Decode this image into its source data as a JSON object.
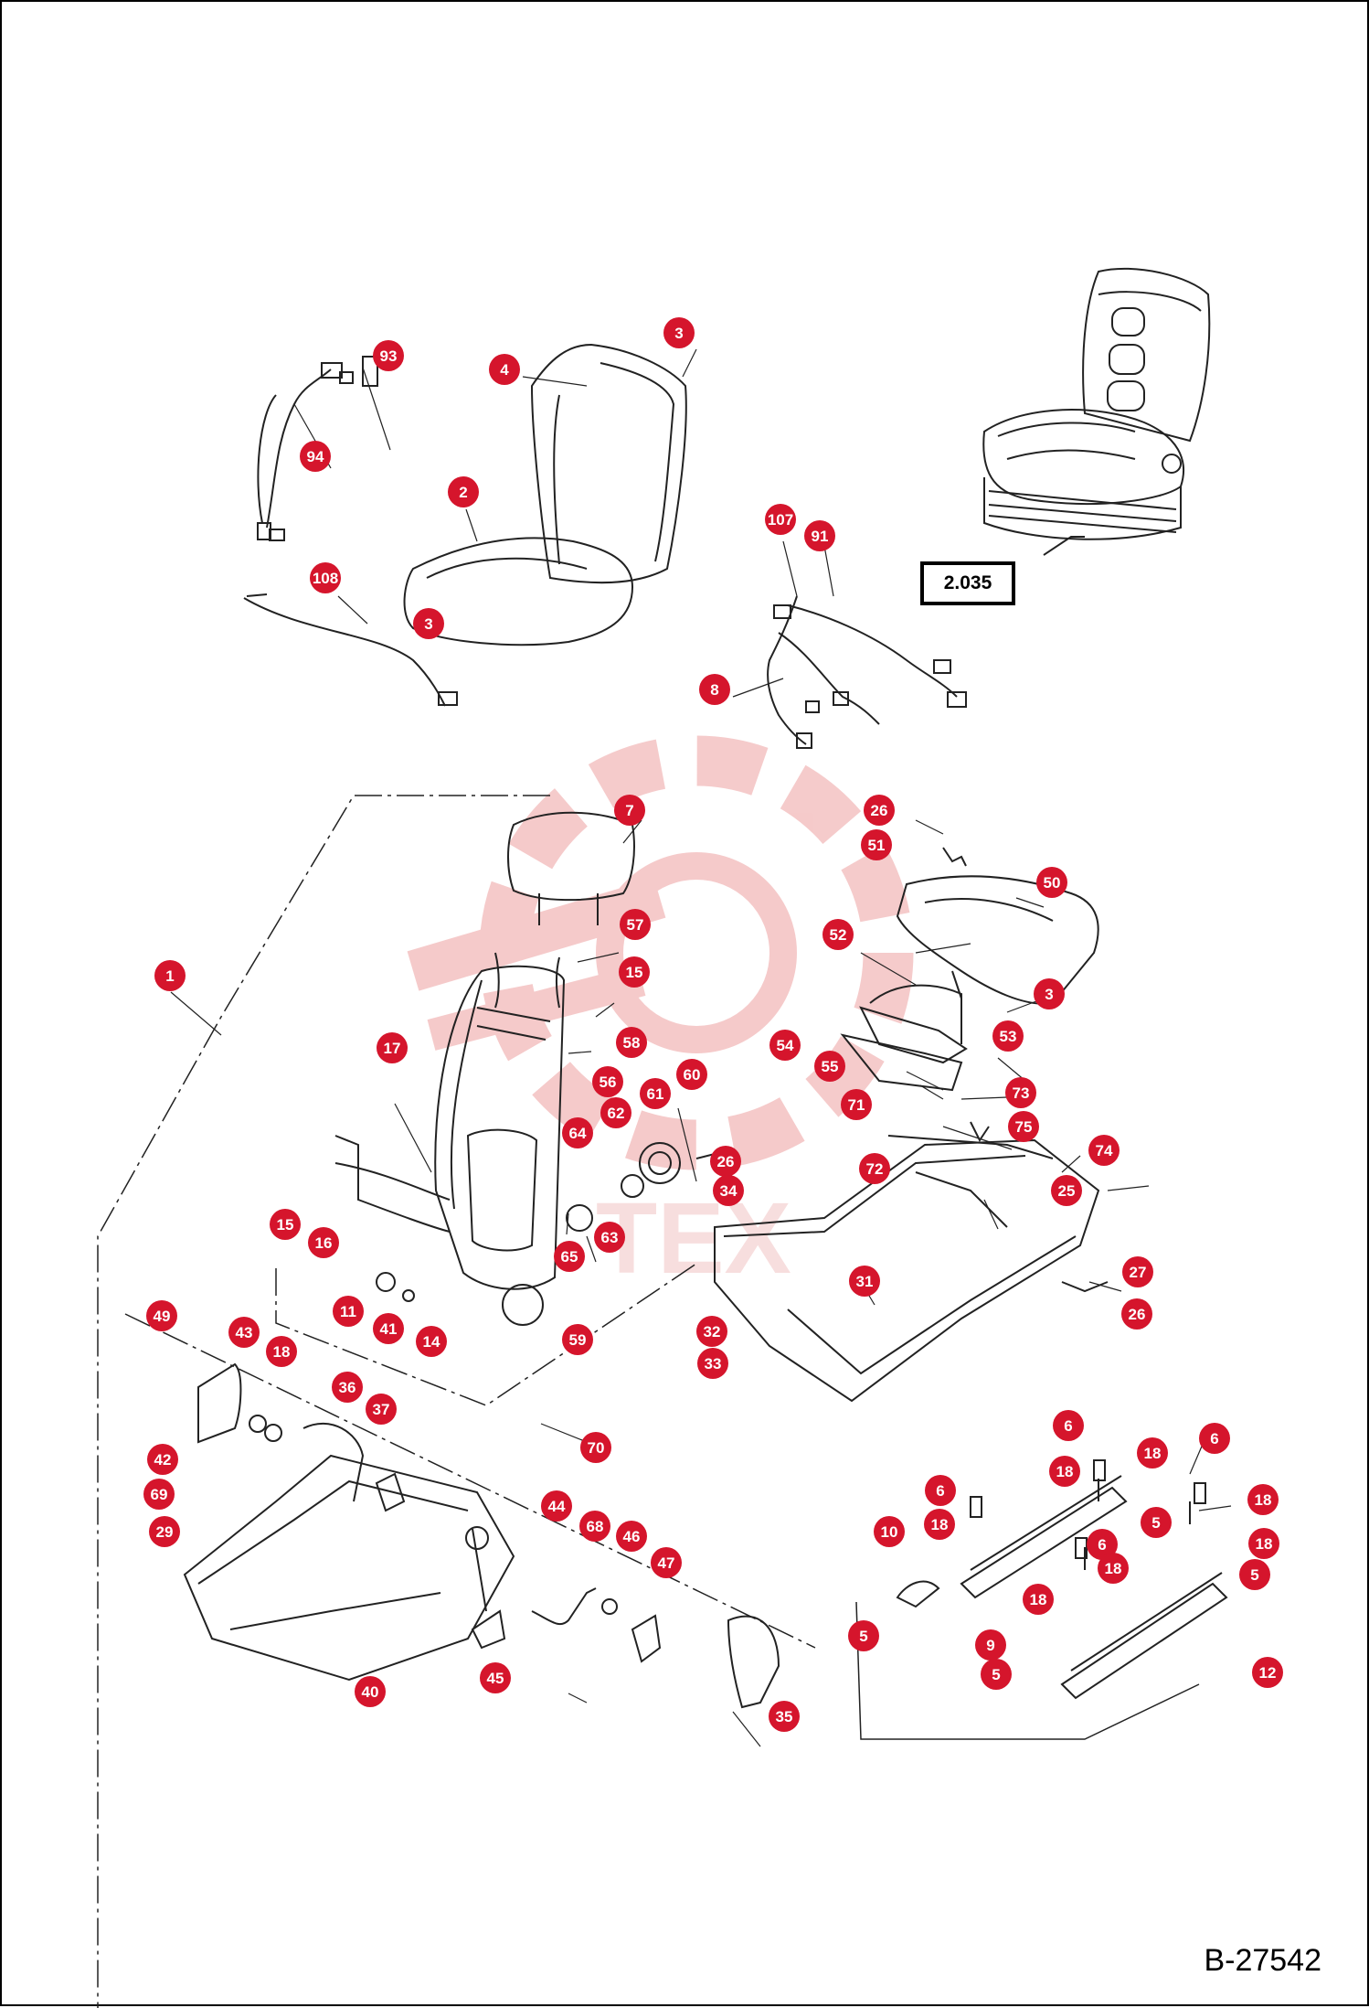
{
  "document_number": "B-27542",
  "reference_label": "2.035",
  "watermark_text": "TEX",
  "colors": {
    "callout": "#d5152c",
    "line": "#222222",
    "watermark": "#f2b9b9"
  },
  "callouts": [
    {
      "id": "c-93",
      "label": "93"
    },
    {
      "id": "c-3-top",
      "label": "3"
    },
    {
      "id": "c-4",
      "label": "4"
    },
    {
      "id": "c-94",
      "label": "94"
    },
    {
      "id": "c-2",
      "label": "2"
    },
    {
      "id": "c-108",
      "label": "108"
    },
    {
      "id": "c-3-seat",
      "label": "3"
    },
    {
      "id": "c-107",
      "label": "107"
    },
    {
      "id": "c-91",
      "label": "91"
    },
    {
      "id": "c-8",
      "label": "8"
    },
    {
      "id": "c-7",
      "label": "7"
    },
    {
      "id": "c-26-top",
      "label": "26"
    },
    {
      "id": "c-51",
      "label": "51"
    },
    {
      "id": "c-50",
      "label": "50"
    },
    {
      "id": "c-1",
      "label": "1"
    },
    {
      "id": "c-57",
      "label": "57"
    },
    {
      "id": "c-15-top",
      "label": "15"
    },
    {
      "id": "c-52",
      "label": "52"
    },
    {
      "id": "c-3-mid",
      "label": "3"
    },
    {
      "id": "c-58",
      "label": "58"
    },
    {
      "id": "c-17",
      "label": "17"
    },
    {
      "id": "c-53",
      "label": "53"
    },
    {
      "id": "c-54",
      "label": "54"
    },
    {
      "id": "c-55",
      "label": "55"
    },
    {
      "id": "c-60",
      "label": "60"
    },
    {
      "id": "c-56",
      "label": "56"
    },
    {
      "id": "c-61",
      "label": "61"
    },
    {
      "id": "c-62",
      "label": "62"
    },
    {
      "id": "c-71",
      "label": "71"
    },
    {
      "id": "c-73",
      "label": "73"
    },
    {
      "id": "c-75",
      "label": "75"
    },
    {
      "id": "c-64",
      "label": "64"
    },
    {
      "id": "c-74",
      "label": "74"
    },
    {
      "id": "c-72",
      "label": "72"
    },
    {
      "id": "c-26-mid",
      "label": "26"
    },
    {
      "id": "c-34",
      "label": "34"
    },
    {
      "id": "c-25",
      "label": "25"
    },
    {
      "id": "c-15-mid",
      "label": "15"
    },
    {
      "id": "c-16",
      "label": "16"
    },
    {
      "id": "c-63",
      "label": "63"
    },
    {
      "id": "c-65",
      "label": "65"
    },
    {
      "id": "c-27",
      "label": "27"
    },
    {
      "id": "c-31",
      "label": "31"
    },
    {
      "id": "c-26-low",
      "label": "26"
    },
    {
      "id": "c-11",
      "label": "11"
    },
    {
      "id": "c-41",
      "label": "41"
    },
    {
      "id": "c-49",
      "label": "49"
    },
    {
      "id": "c-43",
      "label": "43"
    },
    {
      "id": "c-14",
      "label": "14"
    },
    {
      "id": "c-59",
      "label": "59"
    },
    {
      "id": "c-32",
      "label": "32"
    },
    {
      "id": "c-33",
      "label": "33"
    },
    {
      "id": "c-18-a",
      "label": "18"
    },
    {
      "id": "c-36",
      "label": "36"
    },
    {
      "id": "c-37",
      "label": "37"
    },
    {
      "id": "c-6-a",
      "label": "6"
    },
    {
      "id": "c-18-b",
      "label": "18"
    },
    {
      "id": "c-18-c",
      "label": "18"
    },
    {
      "id": "c-6-b",
      "label": "6"
    },
    {
      "id": "c-70",
      "label": "70"
    },
    {
      "id": "c-42",
      "label": "42"
    },
    {
      "id": "c-6-c",
      "label": "6"
    },
    {
      "id": "c-18-d",
      "label": "18"
    },
    {
      "id": "c-69",
      "label": "69"
    },
    {
      "id": "c-5-a",
      "label": "5"
    },
    {
      "id": "c-18-e",
      "label": "18"
    },
    {
      "id": "c-44",
      "label": "44"
    },
    {
      "id": "c-10",
      "label": "10"
    },
    {
      "id": "c-6-d",
      "label": "6"
    },
    {
      "id": "c-18-f",
      "label": "18"
    },
    {
      "id": "c-29",
      "label": "29"
    },
    {
      "id": "c-68",
      "label": "68"
    },
    {
      "id": "c-46",
      "label": "46"
    },
    {
      "id": "c-18-g",
      "label": "18"
    },
    {
      "id": "c-47",
      "label": "47"
    },
    {
      "id": "c-5-b",
      "label": "5"
    },
    {
      "id": "c-18-h",
      "label": "18"
    },
    {
      "id": "c-5-c",
      "label": "5"
    },
    {
      "id": "c-9",
      "label": "9"
    },
    {
      "id": "c-45",
      "label": "45"
    },
    {
      "id": "c-5-d",
      "label": "5"
    },
    {
      "id": "c-12",
      "label": "12"
    },
    {
      "id": "c-40",
      "label": "40"
    },
    {
      "id": "c-35",
      "label": "35"
    }
  ]
}
